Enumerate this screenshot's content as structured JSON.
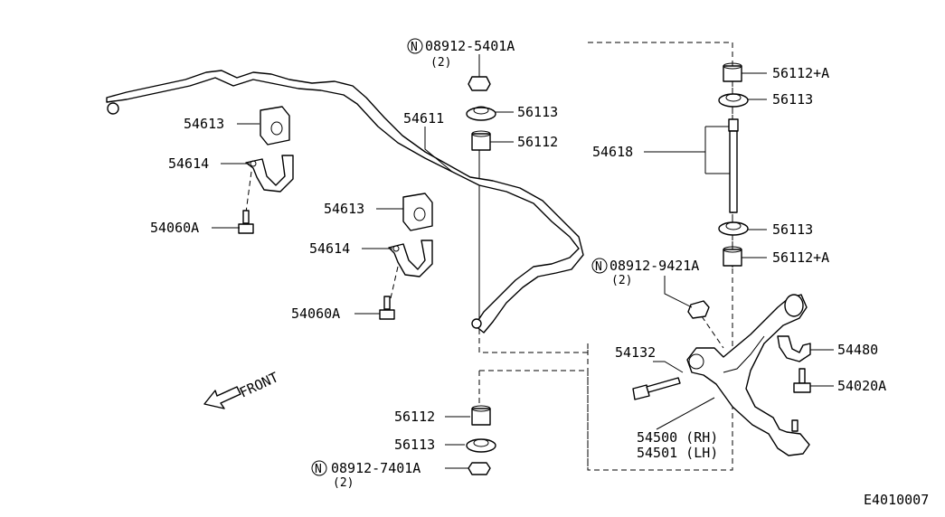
{
  "callouts": {
    "stabilizer_bar": "54611",
    "bushing_upper": "54613",
    "clamp_upper": "54614",
    "bolt_upper": "54060A",
    "bushing_lower": "54613",
    "clamp_lower": "54614",
    "bolt_lower": "54060A",
    "nut_top_code": "08912-5401A",
    "nut_top_qty": "(2)",
    "washer_left_top": "56113",
    "bushing_left_top": "56112",
    "link_bushing_top": "56112+A",
    "link_washer_top": "56113",
    "link_rod": "54618",
    "link_washer_bottom": "56113",
    "link_bushing_bottom": "56112+A",
    "nut_mid_code": "08912-9421A",
    "nut_mid_qty": "(2)",
    "bolt_arm": "54132",
    "bracket": "54480",
    "bolt_bracket": "54020A",
    "arm_rh": "54500 (RH)",
    "arm_lh": "54501 (LH)",
    "bushing_left_bottom": "56112",
    "washer_left_bottom": "56113",
    "nut_bottom_code": "08912-7401A",
    "nut_bottom_qty": "(2)"
  },
  "nut_prefix_symbol": "N",
  "front_label": "FRONT",
  "diagram_code": "E4010007"
}
